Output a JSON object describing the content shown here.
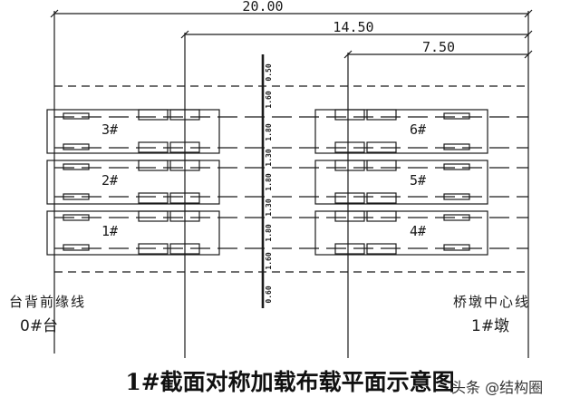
{
  "dimensions": {
    "total": "20.00",
    "mid": "14.50",
    "short": "7.50"
  },
  "vehicle_labels": [
    "3#",
    "2#",
    "1#",
    "6#",
    "5#",
    "4#"
  ],
  "spacing_labels": [
    "0.50",
    "1.60",
    "1.80",
    "1.30",
    "1.80",
    "1.30",
    "1.80",
    "1.60",
    "0.60"
  ],
  "left_line_label": "台背前缘线",
  "left_support_label": "0#台",
  "right_line_label": "桥墩中心线",
  "right_support_label": "1#墩",
  "caption": "1#截面对称加载布载平面示意图",
  "watermark": "头条 @结构圈",
  "colors": {
    "line": "#1a1a1a",
    "background": "#ffffff"
  }
}
